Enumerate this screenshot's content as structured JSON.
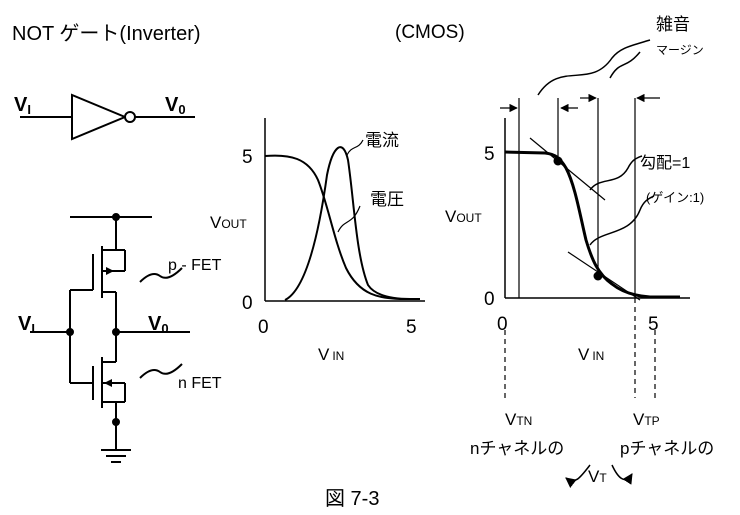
{
  "title_left": "NOT ゲート(Inverter)",
  "title_right": "(CMOS)",
  "symbol": {
    "input": "V",
    "input_sub": "I",
    "output": "V",
    "output_sub": "0"
  },
  "circuit": {
    "input": "V",
    "input_sub": "I",
    "output": "V",
    "output_sub": "0",
    "pfet_label": "p - FET",
    "nfet_label": "n FET"
  },
  "graph1": {
    "ylabel": "V",
    "ylabel_sub": "OUT",
    "xlabel": "V",
    "xlabel_sub": "IN",
    "y_ticks": [
      "5",
      "0"
    ],
    "x_ticks": [
      "0",
      "5"
    ],
    "label_current": "電流",
    "label_voltage": "電圧"
  },
  "graph2": {
    "ylabel": "V",
    "ylabel_sub": "OUT",
    "xlabel": "V",
    "xlabel_sub": "IN",
    "y_ticks": [
      "5",
      "0"
    ],
    "x_ticks": [
      "0",
      "5"
    ],
    "noise_margin": "雑音",
    "noise_margin_small": "マージン",
    "slope": "勾配=1",
    "gain": "(ゲイン:1)",
    "vtn": "V",
    "vtn_sub": "TN",
    "vtp": "V",
    "vtp_sub": "TP",
    "n_channel": "nチャネルの",
    "p_channel": "pチャネルの",
    "vt": "V",
    "vt_sub": "T"
  },
  "caption": "図 7-3"
}
